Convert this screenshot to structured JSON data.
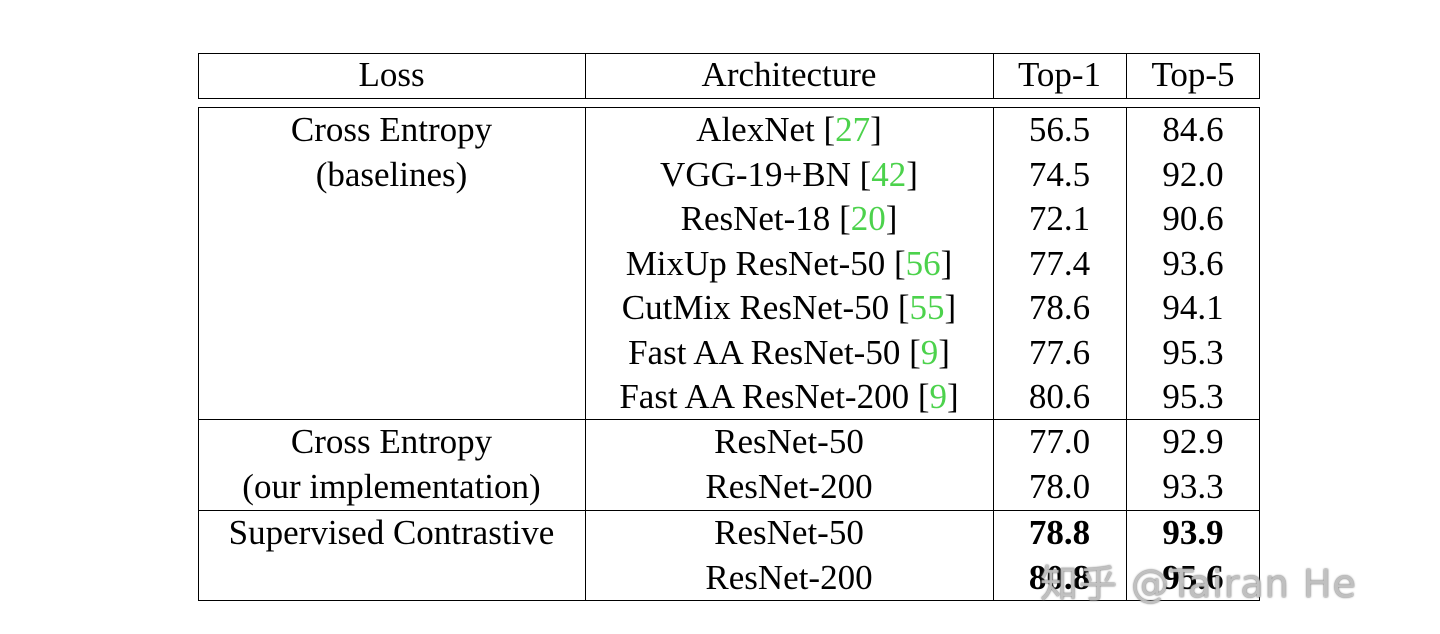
{
  "header": {
    "loss": "Loss",
    "architecture": "Architecture",
    "top1": "Top-1",
    "top5": "Top-5"
  },
  "groups": [
    {
      "loss_lines": [
        "Cross Entropy",
        "(baselines)"
      ],
      "rows": [
        {
          "arch": "AlexNet",
          "ref": "27",
          "top1": "56.5",
          "top5": "84.6"
        },
        {
          "arch": "VGG-19+BN",
          "ref": "42",
          "top1": "74.5",
          "top5": "92.0"
        },
        {
          "arch": "ResNet-18",
          "ref": "20",
          "top1": "72.1",
          "top5": "90.6"
        },
        {
          "arch": "MixUp ResNet-50",
          "ref": "56",
          "top1": "77.4",
          "top5": "93.6"
        },
        {
          "arch": "CutMix ResNet-50",
          "ref": "55",
          "top1": "78.6",
          "top5": "94.1"
        },
        {
          "arch": "Fast AA ResNet-50",
          "ref": "9",
          "top1": "77.6",
          "top5": "95.3"
        },
        {
          "arch": "Fast AA ResNet-200",
          "ref": "9",
          "top1": "80.6",
          "top5": "95.3"
        }
      ]
    },
    {
      "loss_lines": [
        "Cross Entropy",
        "(our implementation)"
      ],
      "rows": [
        {
          "arch": "ResNet-50",
          "top1": "77.0",
          "top5": "92.9"
        },
        {
          "arch": "ResNet-200",
          "top1": "78.0",
          "top5": "93.3"
        }
      ]
    },
    {
      "loss_lines": [
        "Supervised Contrastive"
      ],
      "rows": [
        {
          "arch": "ResNet-50",
          "top1": "78.8",
          "top5": "93.9"
        },
        {
          "arch": "ResNet-200",
          "top1": "80.8",
          "top5": "95.6"
        }
      ]
    }
  ],
  "colors": {
    "reference_link": "#4cd24c"
  },
  "watermark": "知乎 @Tairan He"
}
